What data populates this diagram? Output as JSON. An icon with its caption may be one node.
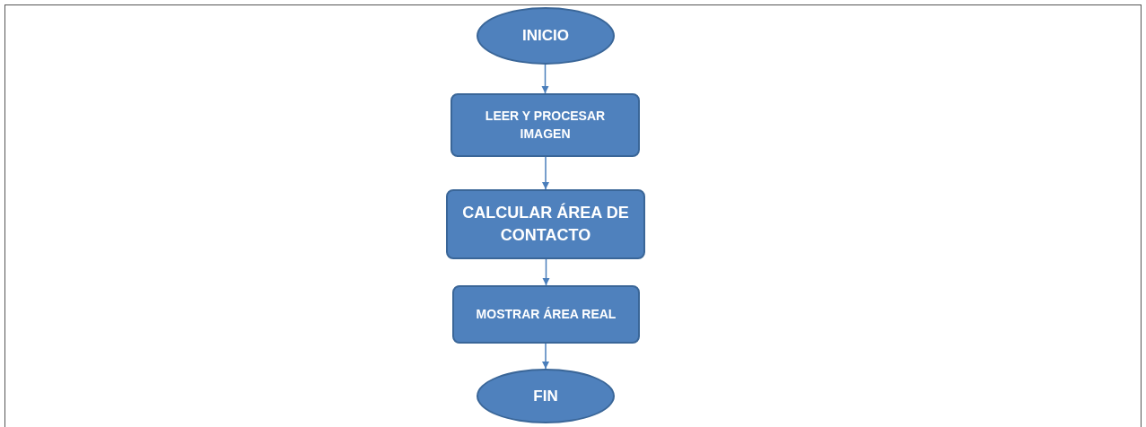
{
  "diagram": {
    "nodes": [
      {
        "text": [
          "INICIO"
        ]
      },
      {
        "text": [
          "LEER Y PROCESAR IMAGEN"
        ]
      },
      {
        "text": [
          "CALCULAR ÁREA DE CONTACTO"
        ]
      },
      {
        "text": [
          "MOSTRAR ÁREA REAL"
        ]
      },
      {
        "text": [
          "FIN"
        ]
      }
    ],
    "edges": [
      {
        "from": 0,
        "to": 1,
        "arrow": "to"
      },
      {
        "from": 1,
        "to": 2,
        "arrow": "to"
      },
      {
        "from": 2,
        "to": 3,
        "arrow": "to"
      },
      {
        "from": 3,
        "to": 4,
        "arrow": "to"
      }
    ]
  }
}
